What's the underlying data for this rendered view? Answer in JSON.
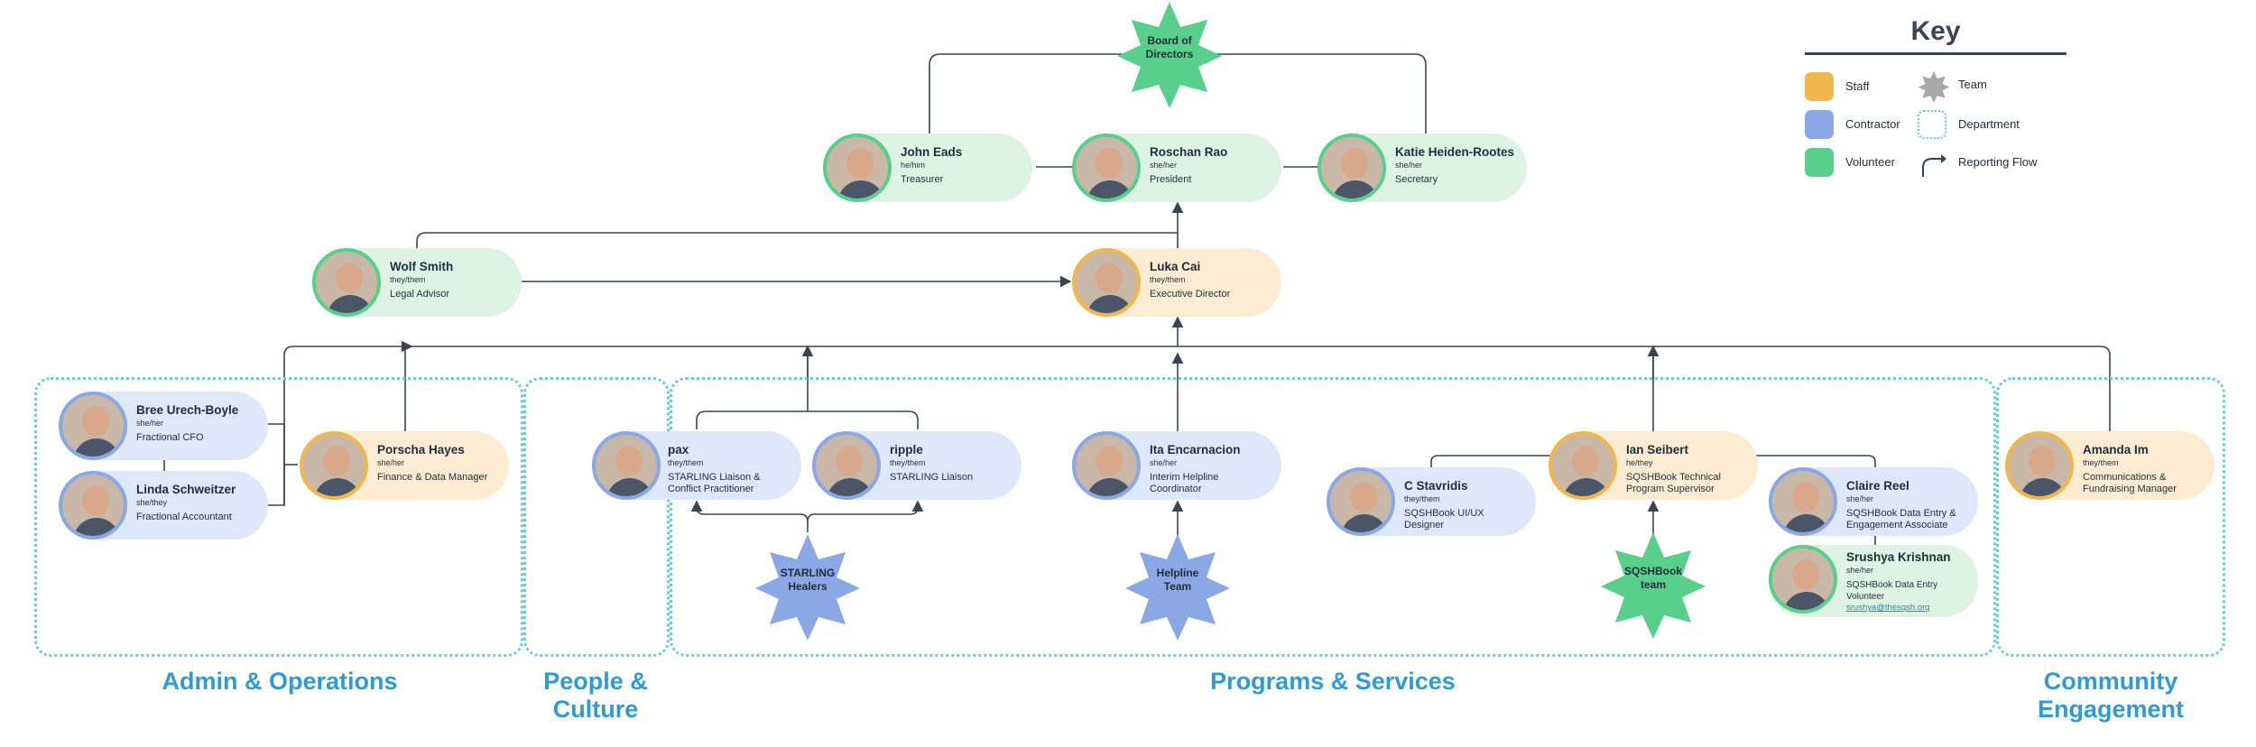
{
  "key": {
    "title": "Key",
    "staff": "Staff",
    "contractor": "Contractor",
    "volunteer": "Volunteer",
    "team": "Team",
    "department": "Department",
    "reporting_flow": "Reporting Flow",
    "colors": {
      "staff": "#f0b84c",
      "contractor": "#8aa8e6",
      "volunteer": "#58cf8a",
      "team": "#a9a9a9",
      "department": "#5fd0de"
    }
  },
  "board": {
    "label": "Board of Directors"
  },
  "people": {
    "john": {
      "name": "John Eads",
      "pronouns": "he/him",
      "role": "Treasurer",
      "type": "volunteer"
    },
    "roschan": {
      "name": "Roschan Rao",
      "pronouns": "she/her",
      "role": "President",
      "type": "volunteer"
    },
    "katie": {
      "name": "Katie Heiden-Rootes",
      "pronouns": "she/her",
      "role": "Secretary",
      "type": "volunteer"
    },
    "wolf": {
      "name": "Wolf Smith",
      "pronouns": "they/them",
      "role": "Legal Advisor",
      "type": "volunteer"
    },
    "luka": {
      "name": "Luka Cai",
      "pronouns": "they/them",
      "role": "Executive Director",
      "type": "staff"
    },
    "bree": {
      "name": "Bree Urech-Boyle",
      "pronouns": "she/her",
      "role": "Fractional CFO",
      "type": "contractor"
    },
    "linda": {
      "name": "Linda Schweitzer",
      "pronouns": "she/they",
      "role": "Fractional Accountant",
      "type": "contractor"
    },
    "porscha": {
      "name": "Porscha Hayes",
      "pronouns": "she/her",
      "role": "Finance & Data Manager",
      "type": "staff"
    },
    "pax": {
      "name": "pax",
      "pronouns": "they/them",
      "role": "STARLING Liaison & Conflict Practitioner",
      "type": "contractor"
    },
    "ripple": {
      "name": "ripple",
      "pronouns": "they/them",
      "role": "STARLING Liaison",
      "type": "contractor"
    },
    "ita": {
      "name": "Ita Encarnacion",
      "pronouns": "she/her",
      "role": "Interim Helpline Coordinator",
      "type": "contractor"
    },
    "cstav": {
      "name": "C Stavridis",
      "pronouns": "they/them",
      "role": "SQSHBook UI/UX Designer",
      "type": "contractor"
    },
    "ian": {
      "name": "Ian Seibert",
      "pronouns": "he/they",
      "role": "SQSHBook Technical Program Supervisor",
      "type": "staff"
    },
    "claire": {
      "name": "Claire Reel",
      "pronouns": "she/her",
      "role": "SQSHBook Data Entry & Engagement Associate",
      "type": "contractor"
    },
    "srushya": {
      "name": "Srushya Krishnan",
      "pronouns": "she/her",
      "role": "SQSHBook Data Entry Volunteer",
      "email": "srushya@thesqsh.org",
      "type": "volunteer"
    },
    "amanda": {
      "name": "Amanda Im",
      "pronouns": "they/them",
      "role": "Communications & Fundraising Manager",
      "type": "staff"
    }
  },
  "teams": {
    "starling": {
      "label": "STARLING Healers",
      "type": "contractor"
    },
    "helpline": {
      "label": "Helpline Team",
      "type": "contractor"
    },
    "sqshbook": {
      "label": "SQSHBook team",
      "type": "volunteer"
    }
  },
  "departments": {
    "admin": "Admin & Operations",
    "people": "People & Culture",
    "programs": "Programs & Services",
    "community": "Community Engagement"
  }
}
